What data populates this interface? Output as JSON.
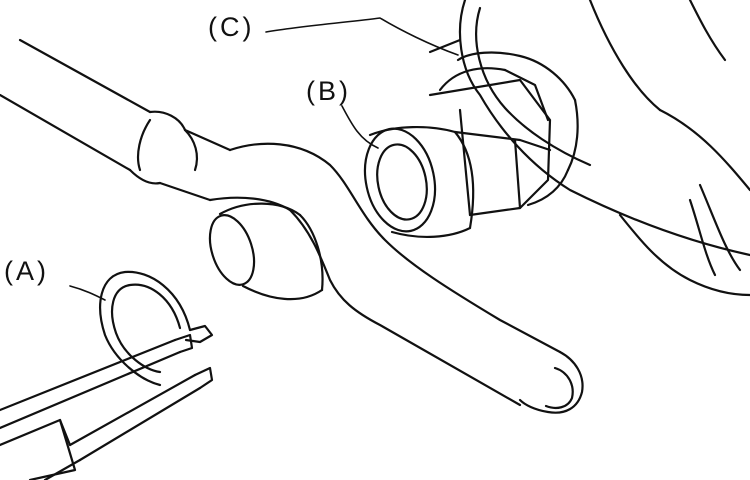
{
  "labels": {
    "a": "(A)",
    "b": "(B)",
    "c": "(C)"
  },
  "colors": {
    "line": "#111111",
    "background": "#ffffff"
  }
}
